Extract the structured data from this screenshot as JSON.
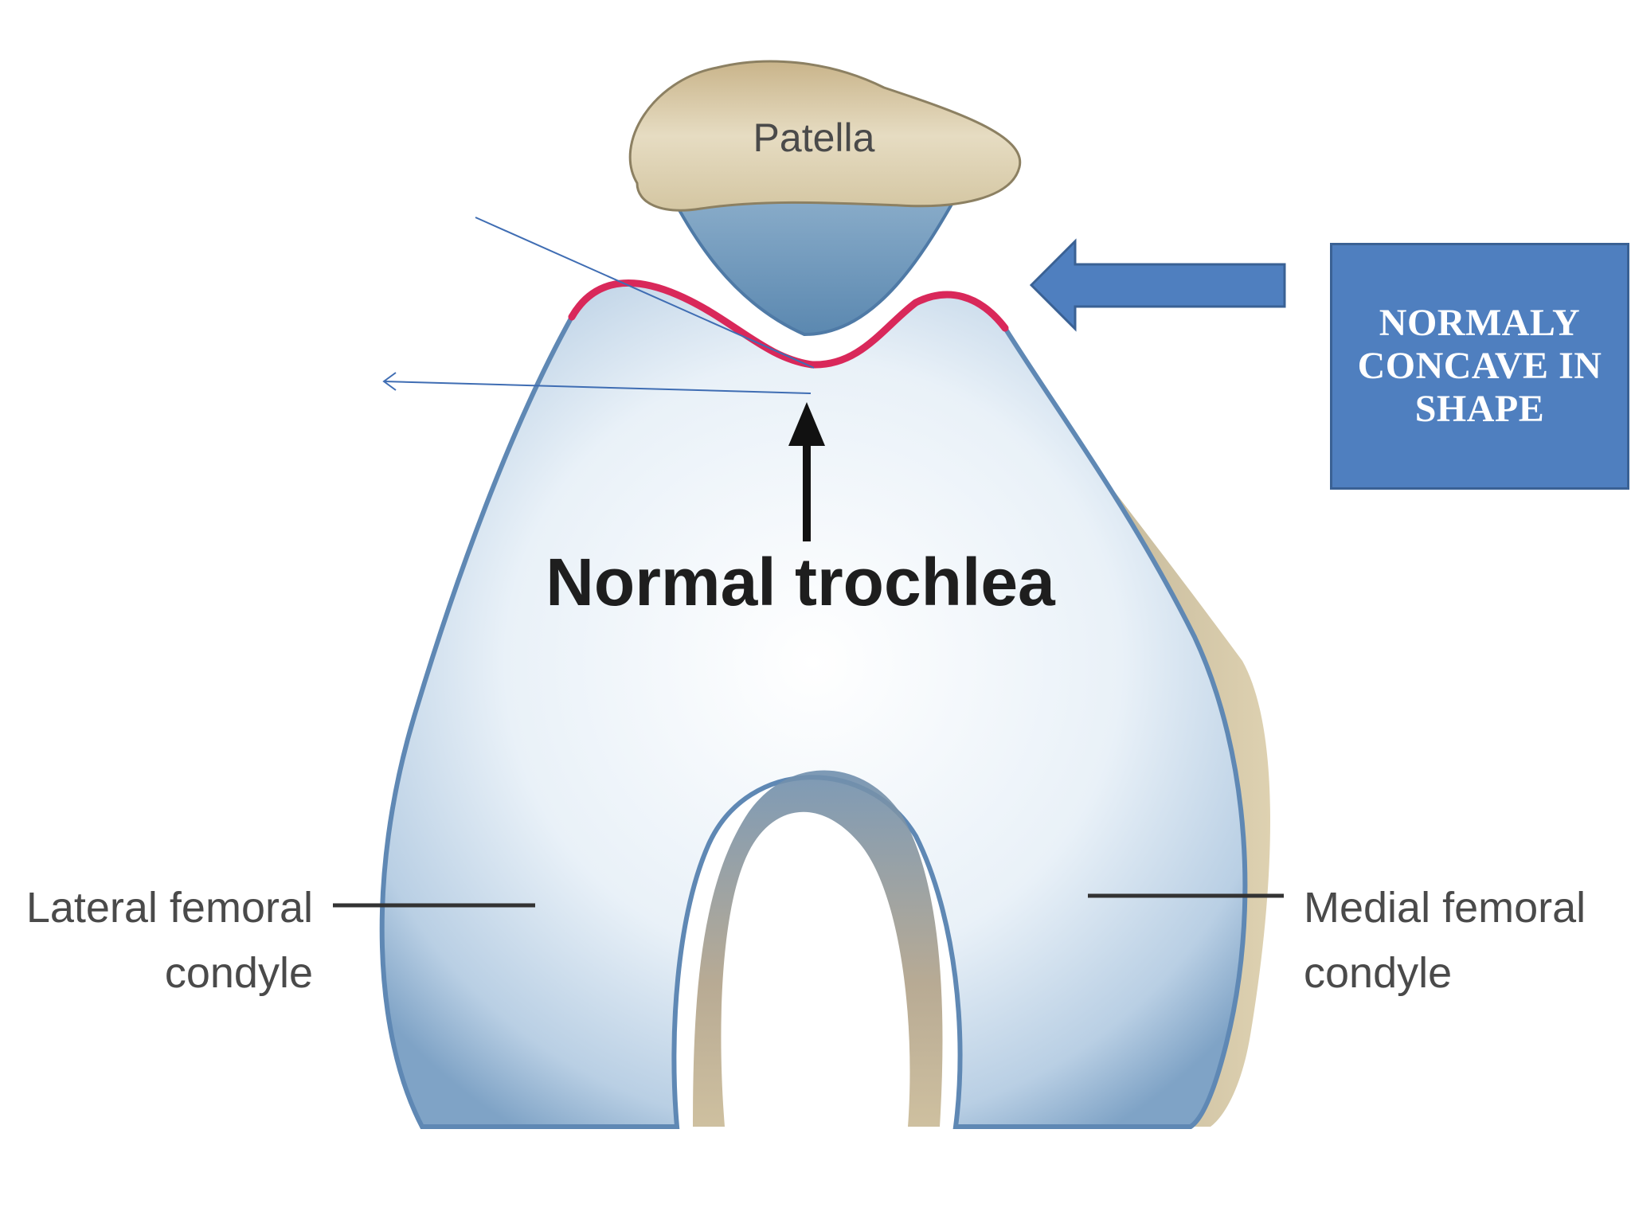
{
  "labels": {
    "patella": "Patella",
    "normal_trochlea": "Normal trochlea",
    "lateral_line1": "Lateral femoral",
    "lateral_line2": "condyle",
    "medial_line1": "Medial femoral",
    "medial_line2": "condyle"
  },
  "callout": {
    "line1": "NORMALY",
    "line2": "CONCAVE IN",
    "line3": "SHAPE"
  },
  "colors": {
    "callout_fill": "#4f7fbf",
    "trochlea_outline": "#d9285a",
    "bone_fill": "#dce9f4",
    "patella_top": "#d6c7a0",
    "annotation_line": "#3f6db3"
  }
}
